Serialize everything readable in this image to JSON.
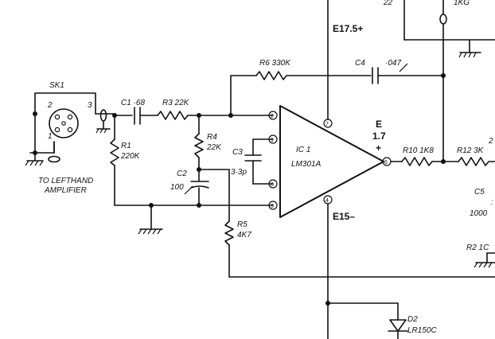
{
  "connector": {
    "ref": "SK1",
    "pin1": "1",
    "pin2": "2",
    "pin3": "3",
    "note_line1": "TO LEFTHAND",
    "note_line2": "AMPLIFIER"
  },
  "components": {
    "c1": "C1 ·68",
    "r3": "R3 22K",
    "r1_ref": "R1",
    "r1_val": "220K",
    "r4_ref": "R4",
    "r4_val": "22K",
    "c2_ref": "C2",
    "c2_val": "100",
    "c3_ref": "C3",
    "c3_val": "3·3p",
    "r5_ref": "R5",
    "r5_val": "4K7",
    "r6": "R6 330K",
    "c4_ref": "C4",
    "c4_val": "·047",
    "r10": "R10 1K8",
    "r12": "R12 3K",
    "c5_ref": "C5",
    "c5_val": "1000",
    "r2": "R2 1C",
    "d2_ref": "D2",
    "d2_val": "LR150C",
    "top_partial_left": "22",
    "top_partial_right": "1KG"
  },
  "ic": {
    "ref": "IC 1",
    "part": "LM301A",
    "pin1": "1",
    "pin2": "2",
    "pin3": "3",
    "pin4": "4",
    "pin6": "6",
    "pin7": "7",
    "pin8": "8"
  },
  "rails": {
    "positive": "E17.5+",
    "negative": "E15–"
  },
  "output_voltage": {
    "line1": "E",
    "line2": "1.7",
    "line3": "+"
  },
  "edge_partial": {
    "r12_tail": "2",
    "c5_tail": ":"
  }
}
